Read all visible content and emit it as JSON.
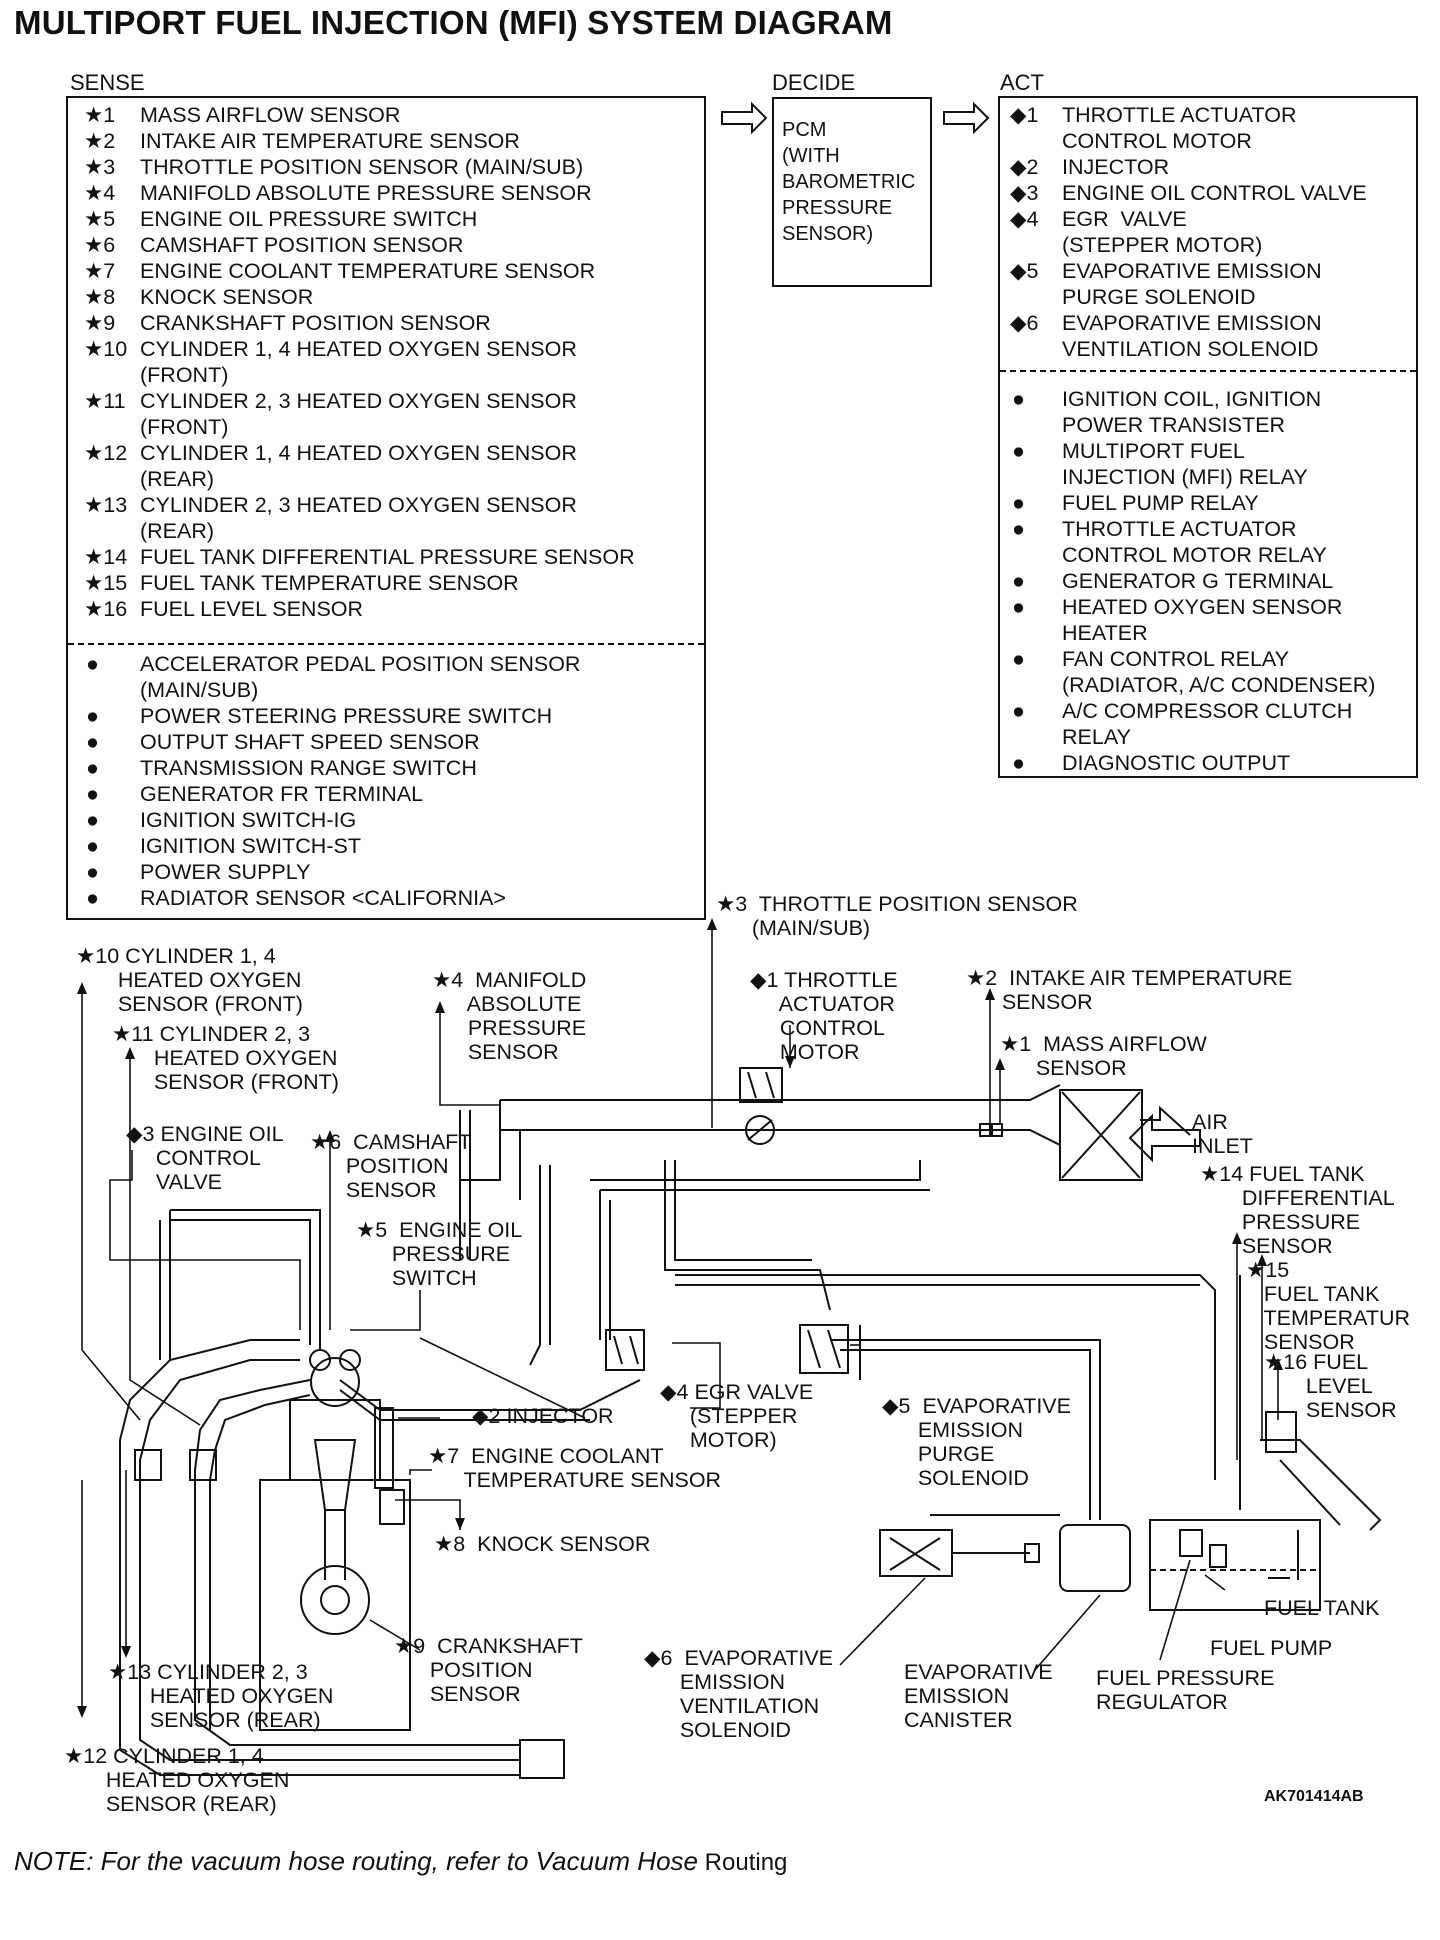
{
  "title": "MULTIPORT FUEL INJECTION (MFI) SYSTEM DIAGRAM",
  "headers": {
    "sense": "SENSE",
    "decide": "DECIDE",
    "act": "ACT"
  },
  "sense_items": [
    {
      "mark": "★1",
      "text": "MASS AIRFLOW SENSOR"
    },
    {
      "mark": "★2",
      "text": "INTAKE AIR TEMPERATURE SENSOR"
    },
    {
      "mark": "★3",
      "text": "THROTTLE POSITION SENSOR (MAIN/SUB)"
    },
    {
      "mark": "★4",
      "text": "MANIFOLD ABSOLUTE PRESSURE SENSOR"
    },
    {
      "mark": "★5",
      "text": "ENGINE OIL PRESSURE SWITCH"
    },
    {
      "mark": "★6",
      "text": "CAMSHAFT POSITION SENSOR"
    },
    {
      "mark": "★7",
      "text": "ENGINE COOLANT TEMPERATURE SENSOR"
    },
    {
      "mark": "★8",
      "text": "KNOCK SENSOR"
    },
    {
      "mark": "★9",
      "text": "CRANKSHAFT POSITION SENSOR"
    },
    {
      "mark": "★10",
      "text": "CYLINDER 1, 4 HEATED OXYGEN SENSOR\n(FRONT)"
    },
    {
      "mark": "★11",
      "text": "CYLINDER 2, 3 HEATED OXYGEN SENSOR\n(FRONT)"
    },
    {
      "mark": "★12",
      "text": "CYLINDER 1, 4 HEATED OXYGEN SENSOR\n(REAR)"
    },
    {
      "mark": "★13",
      "text": "CYLINDER 2, 3 HEATED OXYGEN SENSOR\n(REAR)"
    },
    {
      "mark": "★14",
      "text": "FUEL TANK DIFFERENTIAL PRESSURE SENSOR"
    },
    {
      "mark": "★15",
      "text": "FUEL TANK TEMPERATURE SENSOR"
    },
    {
      "mark": "★16",
      "text": "FUEL LEVEL SENSOR"
    }
  ],
  "sense_other": [
    "ACCELERATOR PEDAL POSITION SENSOR\n(MAIN/SUB)",
    "POWER STEERING PRESSURE SWITCH",
    "OUTPUT SHAFT SPEED SENSOR",
    "TRANSMISSION RANGE SWITCH",
    "GENERATOR FR TERMINAL",
    "IGNITION SWITCH-IG",
    "IGNITION SWITCH-ST",
    "POWER SUPPLY",
    "RADIATOR SENSOR <CALIFORNIA>"
  ],
  "pcm_text": "PCM\n(WITH\nBAROMETRIC\nPRESSURE\nSENSOR)",
  "act_items": [
    {
      "mark": "◆1",
      "text": "THROTTLE ACTUATOR\nCONTROL MOTOR"
    },
    {
      "mark": "◆2",
      "text": "INJECTOR"
    },
    {
      "mark": "◆3",
      "text": "ENGINE OIL CONTROL VALVE"
    },
    {
      "mark": "◆4",
      "text": "EGR  VALVE\n(STEPPER MOTOR)"
    },
    {
      "mark": "◆5",
      "text": "EVAPORATIVE EMISSION\nPURGE SOLENOID"
    },
    {
      "mark": "◆6",
      "text": "EVAPORATIVE EMISSION\nVENTILATION SOLENOID"
    }
  ],
  "act_other": [
    "IGNITION COIL, IGNITION\nPOWER TRANSISTER",
    "MULTIPORT FUEL\nINJECTION (MFI) RELAY",
    "FUEL PUMP RELAY",
    "THROTTLE ACTUATOR\nCONTROL MOTOR RELAY",
    "GENERATOR G TERMINAL",
    "HEATED OXYGEN SENSOR\nHEATER",
    "FAN CONTROL RELAY\n(RADIATOR, A/C CONDENSER)",
    "A/C COMPRESSOR CLUTCH\nRELAY",
    "DIAGNOSTIC OUTPUT"
  ],
  "diagram_labels": {
    "tps": "★3  THROTTLE POSITION SENSOR\n      (MAIN/SUB)",
    "o2_10": "★10 CYLINDER 1, 4\n       HEATED OXYGEN\n       SENSOR (FRONT)",
    "o2_11": "★11 CYLINDER 2, 3\n       HEATED OXYGEN\n       SENSOR (FRONT)",
    "map": "★4  MANIFOLD\n      ABSOLUTE\n      PRESSURE\n      SENSOR",
    "throttle_motor": "◆1 THROTTLE\n     ACTUATOR\n     CONTROL\n     MOTOR",
    "iat": "★2  INTAKE AIR TEMPERATURE\n      SENSOR",
    "maf": "★1  MASS AIRFLOW\n      SENSOR",
    "air_inlet": "AIR\nINLET",
    "ocv": "◆3 ENGINE OIL\n     CONTROL\n     VALVE",
    "cmp": "★6  CAMSHAFT\n      POSITION\n      SENSOR",
    "oil_sw": "★5  ENGINE OIL\n      PRESSURE\n      SWITCH",
    "ftdp": "★14 FUEL TANK\n       DIFFERENTIAL\n       PRESSURE\n       SENSOR",
    "ftt": "★15\n   FUEL TANK\n   TEMPERATUR\n   SENSOR",
    "fls": "★16 FUEL\n       LEVEL\n       SENSOR",
    "injector": "◆2 INJECTOR",
    "egr": "◆4 EGR VALVE\n     (STEPPER\n     MOTOR)",
    "purge": "◆5  EVAPORATIVE\n      EMISSION\n      PURGE\n      SOLENOID",
    "ect": "★7  ENGINE COOLANT\n      TEMPERATURE SENSOR",
    "knock": "★8  KNOCK SENSOR",
    "ckp": "★9  CRANKSHAFT\n      POSITION\n      SENSOR",
    "o2_13": "★13 CYLINDER 2, 3\n       HEATED OXYGEN\n       SENSOR (REAR)",
    "o2_12": "★12 CYLINDER 1, 4\n       HEATED OXYGEN\n       SENSOR (REAR)",
    "vent": "◆6  EVAPORATIVE\n      EMISSION\n      VENTILATION\n      SOLENOID",
    "canister": "EVAPORATIVE\nEMISSION\nCANISTER",
    "fuel_tank": "FUEL TANK",
    "fuel_pump": "FUEL PUMP",
    "fpr": "FUEL PRESSURE\nREGULATOR"
  },
  "figure_code": "AK701414AB",
  "note": {
    "italic": "NOTE: For the vacuum hose routing, refer to Vacuum Hose",
    "plain": " Routing"
  }
}
